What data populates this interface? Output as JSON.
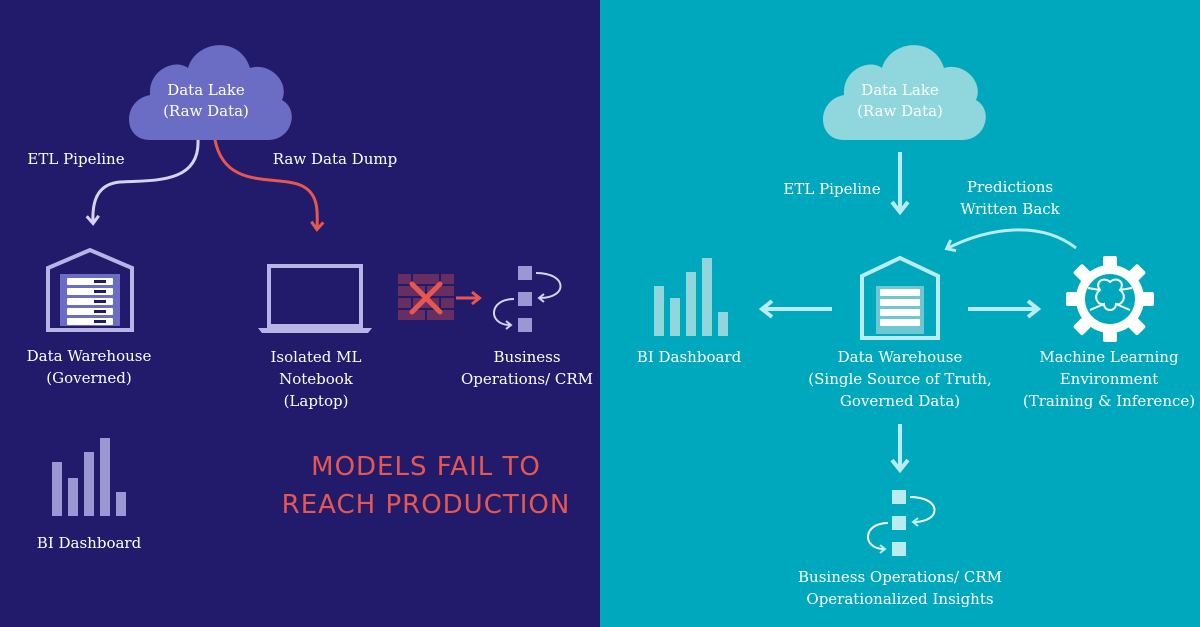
{
  "colors": {
    "left_background": "#221b6b",
    "right_background": "#00a8bd",
    "broken_path": "#e8574f",
    "left_icon": "#b9b4e6",
    "right_icon": "#b9ecf0"
  },
  "left": {
    "cloud": "Data Lake\n(Raw Data)",
    "etl": "ETL Pipeline",
    "raw_dump": "Raw Data Dump",
    "warehouse": "Data Warehouse\n(Governed)",
    "notebook": "Isolated ML\nNotebook\n(Laptop)",
    "business": "Business\nOperations/ CRM",
    "bi": "BI Dashboard",
    "failure": "MODELS FAIL TO\nREACH PRODUCTION",
    "icons": [
      "cloud-icon",
      "warehouse-icon",
      "laptop-icon",
      "firewall-icon",
      "blocked-x-icon",
      "workflow-icon",
      "bar-chart-icon"
    ]
  },
  "right": {
    "cloud": "Data Lake\n(Raw Data)",
    "etl": "ETL Pipeline",
    "predictions": "Predictions\nWritten Back",
    "bi": "BI Dashboard",
    "warehouse": "Data Warehouse\n(Single Source of Truth,\nGoverned Data)",
    "ml": "Machine Learning\nEnvironment\n(Training & Inference)",
    "business": "Business Operations/ CRM\nOperationalized Insights",
    "icons": [
      "cloud-icon",
      "bar-chart-icon",
      "warehouse-icon",
      "ml-gear-icon",
      "workflow-icon"
    ]
  }
}
